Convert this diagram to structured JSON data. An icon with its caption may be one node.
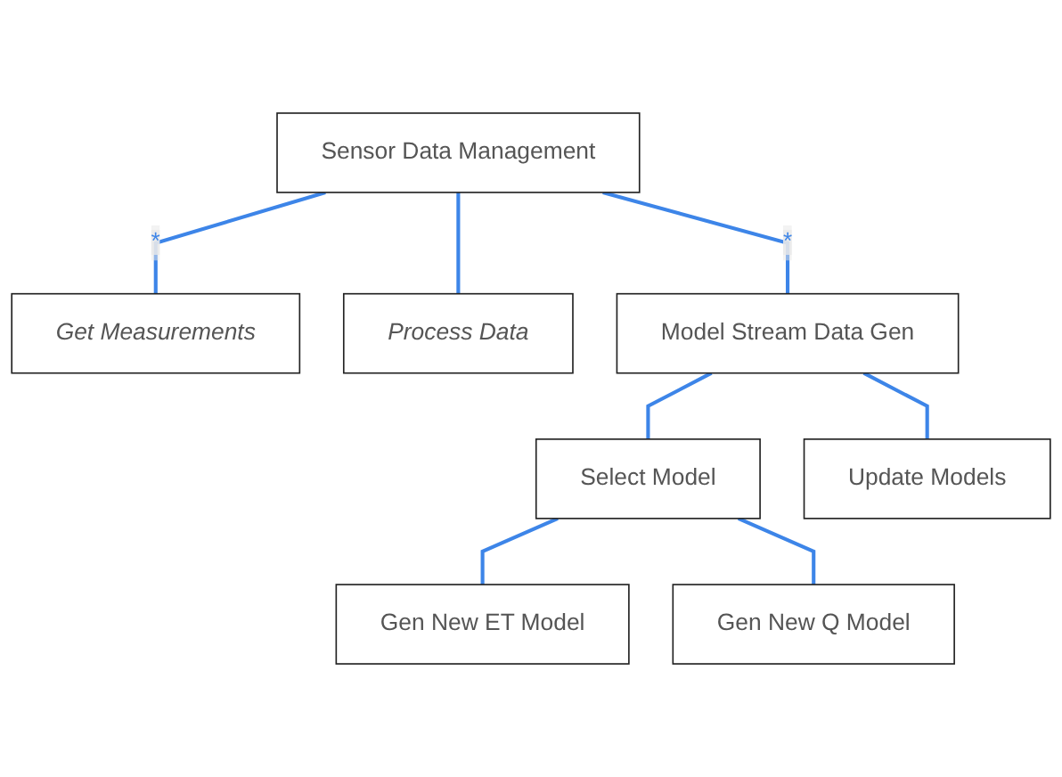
{
  "diagram": {
    "nodes": [
      {
        "text": [
          "Sensor Data Management"
        ]
      },
      {
        "text": [
          "Get Measurements"
        ]
      },
      {
        "text": [
          "Process Data"
        ]
      },
      {
        "text": [
          "Model Stream Data Gen"
        ]
      },
      {
        "text": [
          "Select Model"
        ]
      },
      {
        "text": [
          "Update Models"
        ]
      },
      {
        "text": [
          "Gen New ET Model"
        ]
      },
      {
        "text": [
          "Gen New Q Model"
        ]
      }
    ],
    "edges": [
      {
        "from": 0,
        "to": 1,
        "arrow": "none",
        "label": "*"
      },
      {
        "from": 0,
        "to": 2,
        "arrow": "none"
      },
      {
        "from": 0,
        "to": 3,
        "arrow": "none",
        "label": "*"
      },
      {
        "from": 3,
        "to": 4,
        "arrow": "none"
      },
      {
        "from": 3,
        "to": 5,
        "arrow": "none"
      },
      {
        "from": 4,
        "to": 6,
        "arrow": "none"
      },
      {
        "from": 4,
        "to": 7,
        "arrow": "none"
      }
    ]
  }
}
